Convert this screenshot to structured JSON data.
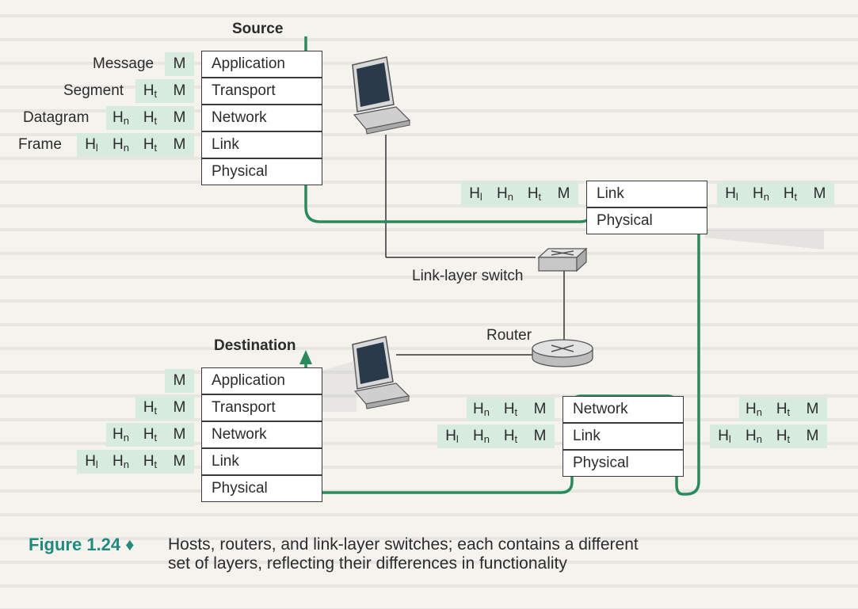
{
  "source_label": "Source",
  "destination_label": "Destination",
  "switch_label": "Link-layer switch",
  "router_label": "Router",
  "unit_labels": {
    "message": "Message",
    "segment": "Segment",
    "datagram": "Datagram",
    "frame": "Frame"
  },
  "layers": {
    "application": "Application",
    "transport": "Transport",
    "network": "Network",
    "link": "Link",
    "physical": "Physical"
  },
  "headers": {
    "M": "M",
    "H": "H",
    "t": "t",
    "n": "n",
    "l": "l"
  },
  "caption": {
    "figure": "Figure 1.24 ♦",
    "text": "Hosts, routers, and link-layer switches; each contains a different set of layers, reflecting their differences in functionality"
  },
  "colors": {
    "path": "#2a8a5c",
    "header_fill": "#d7ecdf",
    "figure_label": "#1f8a7d"
  }
}
